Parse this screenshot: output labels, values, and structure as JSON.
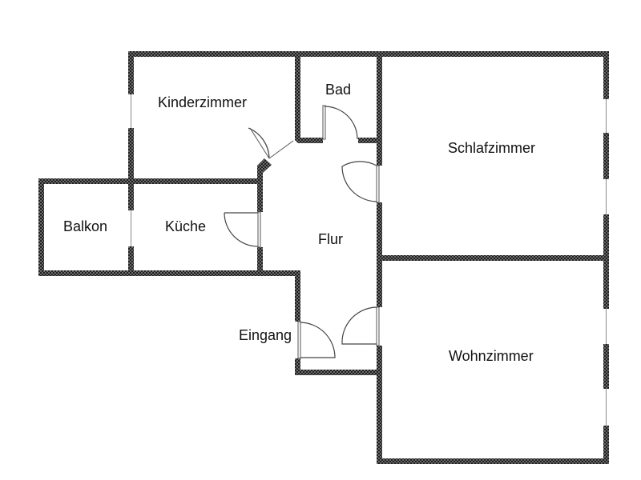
{
  "rooms": {
    "kinderzimmer": "Kinderzimmer",
    "bad": "Bad",
    "schlafzimmer": "Schlafzimmer",
    "balkon": "Balkon",
    "kueche": "Küche",
    "flur": "Flur",
    "eingang": "Eingang",
    "wohnzimmer": "Wohnzimmer"
  }
}
